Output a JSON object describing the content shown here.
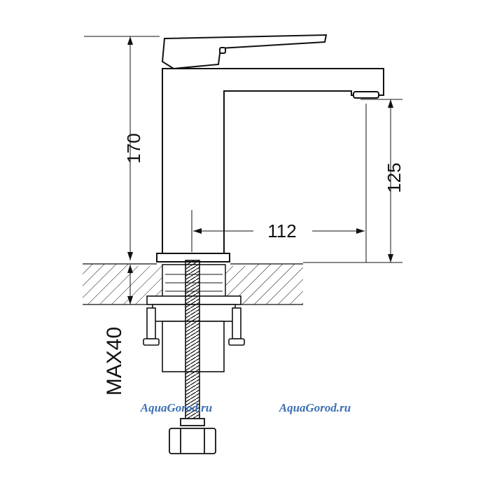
{
  "dimensions": {
    "total_height": "170",
    "spout_height": "125",
    "spout_reach": "112",
    "max_counter_thickness": "MAX40"
  },
  "watermarks": {
    "left": "AquaGorod.ru",
    "right": "AquaGorod.ru"
  },
  "colors": {
    "line": "#111111",
    "watermark": "#3d6fb5"
  }
}
